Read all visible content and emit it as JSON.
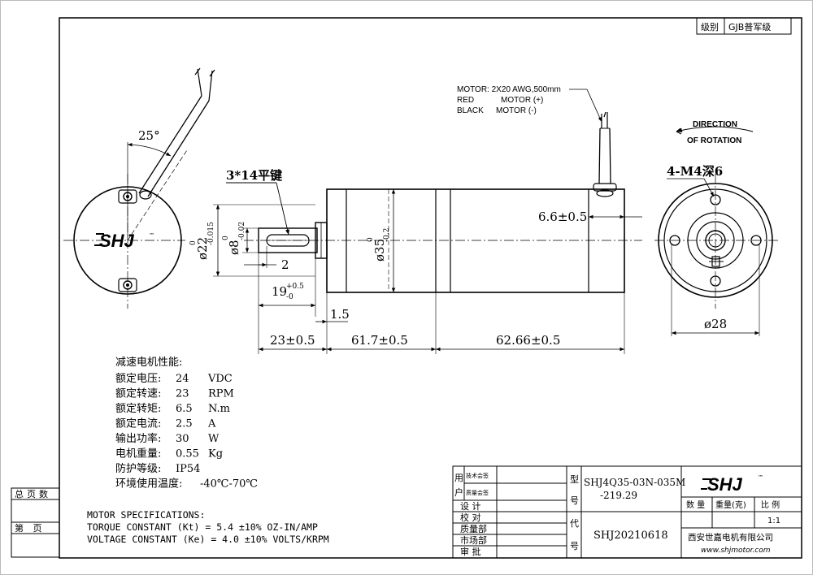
{
  "grade_block": {
    "label": "级别",
    "value": "GJB普军级"
  },
  "left_strip": {
    "total_pages": "总页数",
    "page": "第 页"
  },
  "logo": {
    "text": "SHJ",
    "tm": "™"
  },
  "side_view": {
    "angle": "25°",
    "dia_22": "ø22",
    "dia_22_tol_top": "0",
    "dia_22_tol_bot": "-0.015"
  },
  "front_view": {
    "key_label": "3*14平键",
    "shaft_dia": "ø8",
    "shaft_tol_top": "0",
    "shaft_tol_bot": "-0.02",
    "body_dia": "ø35",
    "body_tol_top": "0",
    "body_tol_bot": "-0.2",
    "dim_2": "2",
    "dim_19": "19",
    "dim_19_tol_top": "+0.5",
    "dim_19_tol_bot": "-0",
    "dim_1_5": "1.5",
    "dim_23": "23±0.5",
    "dim_61_7": "61.7±0.5",
    "dim_62_66": "62.66±0.5",
    "dim_6_6": "6.6±0.5"
  },
  "motor_wire": {
    "line1": "MOTOR:  2X20 AWG,500mm",
    "line2_a": "RED",
    "line2_b": "MOTOR (+)",
    "line3_a": "BLACK",
    "line3_b": "MOTOR (-)"
  },
  "rotation": {
    "line1": "DIRECTION",
    "line2": "OF ROTATION"
  },
  "end_view": {
    "holes": "4-M4深6",
    "dia": "ø28"
  },
  "perf": {
    "title": "减速电机性能:",
    "rows": [
      {
        "label": "额定电压:",
        "value": "24",
        "unit": "VDC"
      },
      {
        "label": "额定转速:",
        "value": "23",
        "unit": "RPM"
      },
      {
        "label": "额定转矩:",
        "value": "6.5",
        "unit": "N.m"
      },
      {
        "label": "额定电流:",
        "value": "2.5",
        "unit": "A"
      },
      {
        "label": "输出功率:",
        "value": "30",
        "unit": "W"
      },
      {
        "label": "电机重量:",
        "value": "0.55",
        "unit": "Kg"
      },
      {
        "label": "防护等级:",
        "value": "IP54",
        "unit": ""
      },
      {
        "label": "环境使用温度:",
        "value": "-40℃-70℃",
        "unit": ""
      }
    ]
  },
  "specs": {
    "title": "MOTOR SPECIFICATIONS:",
    "torque": "TORQUE CONSTANT (Kt) = 5.4 ±10% OZ-IN/AMP",
    "voltage": "VOLTAGE CONSTANT (Ke) = 4.0 ±10% VOLTS/KRPM"
  },
  "title_block": {
    "user": "用户",
    "tech_sign": "技术会签",
    "quality_sign": "质量会签",
    "design": "设 计",
    "check": "校 对",
    "quality": "质量部",
    "market": "市场部",
    "approve": "审 批",
    "model_label": "型号",
    "model_line1": "SHJ4Q35-03N-035M",
    "model_line2": "-219.29",
    "code_label": "代号",
    "code_value": "SHJ20210618",
    "qty": "数 量",
    "weight": "重量(克)",
    "scale": "比 例",
    "scale_value": "1:1",
    "company": "西安世嘉电机有限公司",
    "website": "www.shjmotor.com"
  }
}
